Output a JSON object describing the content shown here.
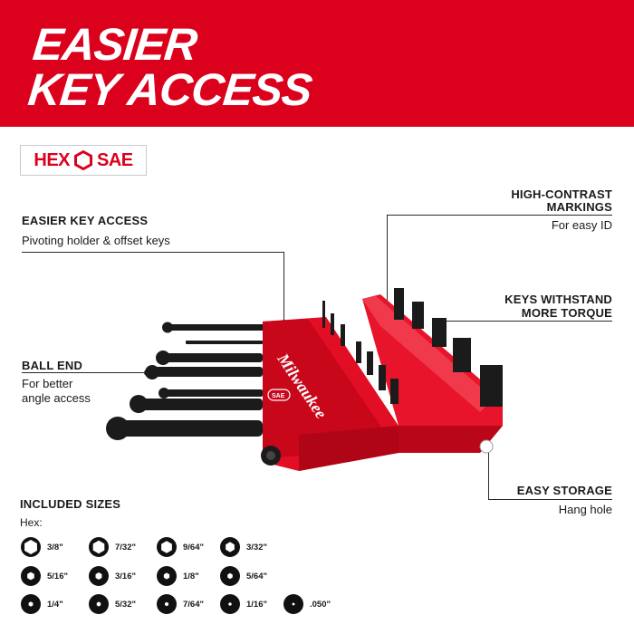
{
  "banner": {
    "line1": "EASIER",
    "line2": "KEY ACCESS",
    "color": "#db011c"
  },
  "badge": {
    "left": "HEX",
    "right": "SAE",
    "icon": "hexagon-icon"
  },
  "callouts": {
    "easier_key_access": {
      "title": "EASIER KEY ACCESS",
      "desc": "Pivoting holder & offset keys"
    },
    "ball_end": {
      "title": "BALL END",
      "desc_line1": "For better",
      "desc_line2": "angle access"
    },
    "high_contrast": {
      "title_line1": "HIGH-CONTRAST",
      "title_line2": "MARKINGS",
      "desc": "For easy ID"
    },
    "torque": {
      "title_line1": "KEYS WITHSTAND",
      "title_line2": "MORE TORQUE"
    },
    "storage": {
      "title": "EASY STORAGE",
      "desc": "Hang hole"
    }
  },
  "product": {
    "brand": "Milwaukee",
    "badge": "SAE",
    "small_sizes": [
      "5/64",
      "3/32",
      "7/64",
      "1/8",
      "9/64",
      "5/32",
      "3/16"
    ],
    "large_sizes": [
      "7/32",
      "1/4",
      "5/16",
      "3/8"
    ]
  },
  "sizes": {
    "title": "INCLUDED SIZES",
    "hex_label": "Hex:",
    "items": [
      "3/8\"",
      "7/32\"",
      "9/64\"",
      "3/32\"",
      "5/16\"",
      "3/16\"",
      "1/8\"",
      "5/64\"",
      "1/4\"",
      "5/32\"",
      "7/64\"",
      "1/16\"",
      ".050\""
    ]
  }
}
